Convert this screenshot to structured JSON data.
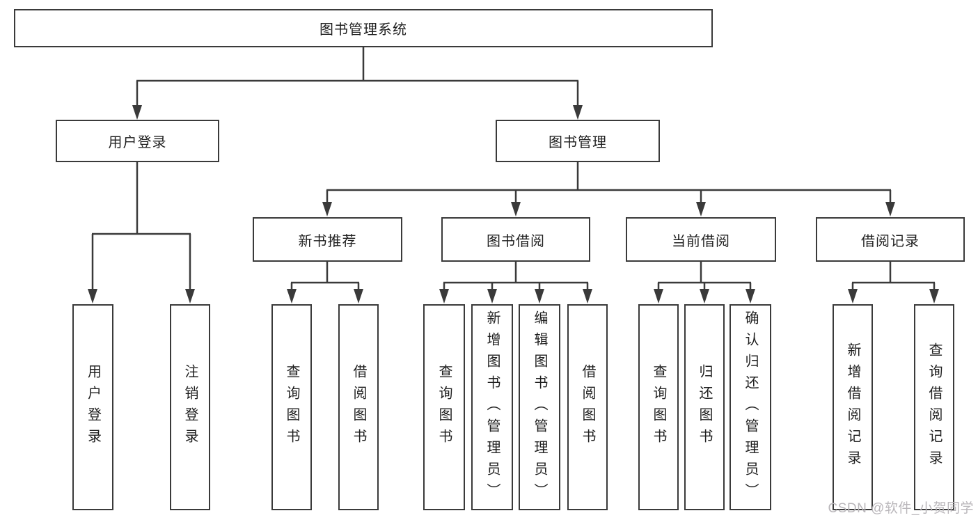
{
  "diagram": {
    "type": "hierarchy-tree",
    "root": {
      "label": "图书管理系统",
      "children": [
        {
          "label": "用户登录",
          "children": [
            {
              "label": "用户登录"
            },
            {
              "label": "注销登录"
            }
          ]
        },
        {
          "label": "图书管理",
          "children": [
            {
              "label": "新书推荐",
              "children": [
                {
                  "label": "查询图书"
                },
                {
                  "label": "借阅图书"
                }
              ]
            },
            {
              "label": "图书借阅",
              "children": [
                {
                  "label": "查询图书"
                },
                {
                  "label": "新增图书（管理员）"
                },
                {
                  "label": "编辑图书（管理员）"
                },
                {
                  "label": "借阅图书"
                }
              ]
            },
            {
              "label": "当前借阅",
              "children": [
                {
                  "label": "查询图书"
                },
                {
                  "label": "归还图书"
                },
                {
                  "label": "确认归还（管理员）"
                }
              ]
            },
            {
              "label": "借阅记录",
              "children": [
                {
                  "label": "新增借阅记录"
                },
                {
                  "label": "查询借阅记录"
                }
              ]
            }
          ]
        }
      ]
    }
  },
  "watermark": {
    "text": "CSDN @软件_小贺同学"
  },
  "colors": {
    "line": "#3a3a3a",
    "box_border": "#3a3a3a",
    "text": "#1f1f1f",
    "watermark": "#b9b6ba",
    "background": "#ffffff"
  }
}
